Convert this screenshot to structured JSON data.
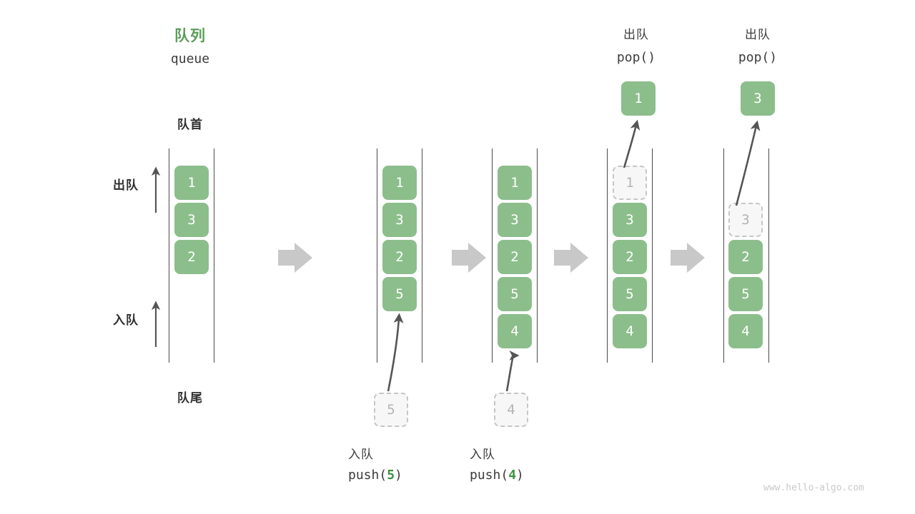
{
  "page": {
    "watermark": "www.hello-algo.com",
    "accent_green": "#5a9e5a",
    "node_green": "#8cbe8b",
    "ghost_gray": "#b4b4b4",
    "arrow_gray": "#c8c8c8",
    "text_dark": "#3c3c3c"
  },
  "header": {
    "title_cn": "队列",
    "title_en": "queue"
  },
  "side_labels": {
    "front": "队首",
    "rear": "队尾",
    "dequeue": "出队",
    "enqueue": "入队"
  },
  "steps": [
    {
      "id": "step-initial",
      "nodes": [
        "1",
        "3",
        "2"
      ],
      "ghost_index": -1,
      "empty_leading": 0,
      "caption_cn": "",
      "caption_op": "",
      "caption_arg": "",
      "incoming": null,
      "popped": null,
      "header_cn": "",
      "header_op": ""
    },
    {
      "id": "step-push-5",
      "nodes": [
        "1",
        "3",
        "2",
        "5"
      ],
      "ghost_index": -1,
      "empty_leading": 0,
      "caption_cn": "入队",
      "caption_op": "push",
      "caption_arg": "5",
      "incoming": "5",
      "popped": null,
      "header_cn": "",
      "header_op": ""
    },
    {
      "id": "step-push-4",
      "nodes": [
        "1",
        "3",
        "2",
        "5",
        "4"
      ],
      "ghost_index": -1,
      "empty_leading": 0,
      "caption_cn": "入队",
      "caption_op": "push",
      "caption_arg": "4",
      "incoming": "4",
      "popped": null,
      "header_cn": "",
      "header_op": ""
    },
    {
      "id": "step-pop-1",
      "nodes": [
        "1",
        "3",
        "2",
        "5",
        "4"
      ],
      "ghost_index": 0,
      "empty_leading": 0,
      "caption_cn": "",
      "caption_op": "",
      "caption_arg": "",
      "incoming": null,
      "popped": "1",
      "header_cn": "出队",
      "header_op": "pop()"
    },
    {
      "id": "step-pop-3",
      "nodes": [
        "3",
        "2",
        "5",
        "4"
      ],
      "ghost_index": 0,
      "empty_leading": 1,
      "caption_cn": "",
      "caption_op": "",
      "caption_arg": "",
      "incoming": null,
      "popped": "3",
      "header_cn": "出队",
      "header_op": "pop()"
    }
  ],
  "flow_arrows": [
    {
      "name": "flow-arrow-1"
    },
    {
      "name": "flow-arrow-2"
    },
    {
      "name": "flow-arrow-3"
    },
    {
      "name": "flow-arrow-4"
    }
  ]
}
